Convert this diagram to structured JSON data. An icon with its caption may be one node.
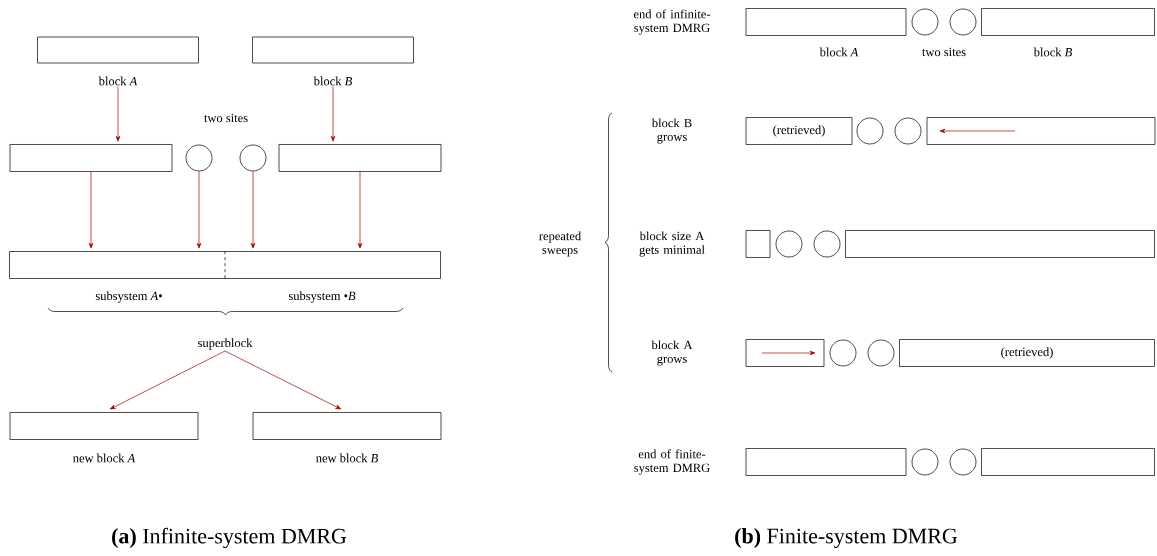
{
  "diagram": {
    "nodes": [
      {
        "text": [
          "block *A*"
        ]
      },
      {
        "text": [
          "block *B*"
        ]
      },
      {
        "text": [],
        "shape": "box"
      },
      {
        "text": [],
        "shape": "circle"
      },
      {
        "text": [],
        "shape": "circle"
      },
      {
        "text": [],
        "shape": "box"
      },
      {
        "text": [
          "subsystem *A*•",
          "subsystem •*B*"
        ]
      },
      {
        "text": [
          "superblock"
        ]
      },
      {
        "text": [
          "new block *A*"
        ]
      },
      {
        "text": [
          "new block *B*"
        ]
      },
      {
        "text": [
          "block *A*"
        ]
      },
      {
        "text": [],
        "shape": "circle"
      },
      {
        "text": [],
        "shape": "circle"
      },
      {
        "text": [
          "block *B*"
        ]
      },
      {
        "text": [
          "(retrieved)"
        ]
      },
      {
        "text": [],
        "shape": "circle"
      },
      {
        "text": [],
        "shape": "circle"
      },
      {
        "text": [],
        "shape": "box"
      },
      {
        "text": [],
        "shape": "box"
      },
      {
        "text": [],
        "shape": "circle"
      },
      {
        "text": [],
        "shape": "circle"
      },
      {
        "text": [],
        "shape": "box"
      },
      {
        "text": [],
        "shape": "box"
      },
      {
        "text": [],
        "shape": "circle"
      },
      {
        "text": [],
        "shape": "circle"
      },
      {
        "text": [
          "(retrieved)"
        ]
      },
      {
        "text": [],
        "shape": "box"
      },
      {
        "text": [],
        "shape": "circle"
      },
      {
        "text": [],
        "shape": "circle"
      },
      {
        "text": [],
        "shape": "box"
      }
    ],
    "edges": [
      {
        "from": 0,
        "to": 2,
        "arrow": "to"
      },
      {
        "from": 1,
        "to": 5,
        "arrow": "to"
      },
      {
        "from": 2,
        "to": 6,
        "arrow": "to"
      },
      {
        "from": 3,
        "to": 6,
        "arrow": "to"
      },
      {
        "from": 4,
        "to": 6,
        "arrow": "to"
      },
      {
        "from": 5,
        "to": 6,
        "arrow": "to"
      },
      {
        "from": 7,
        "to": 8,
        "arrow": "to"
      },
      {
        "from": 7,
        "to": 9,
        "arrow": "to"
      }
    ],
    "labels": [
      "two sites",
      "end of infinite-system DMRG",
      "two sites",
      "repeated sweeps",
      "block B grows",
      "block size A gets minimal",
      "block A grows",
      "end of finite-system DMRG",
      "**(a)** Infinite-system DMRG",
      "**(b)** Finite-system DMRG"
    ]
  }
}
